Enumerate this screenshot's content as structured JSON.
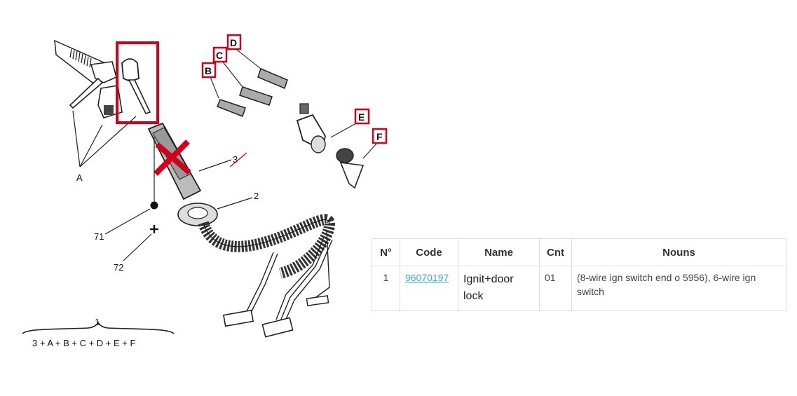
{
  "diagram": {
    "labels": {
      "A": "A",
      "n71": "71",
      "n72": "72",
      "n2": "2",
      "n3": "3",
      "n1": "1",
      "formula": "3 + A + B + C + D + E + F"
    },
    "callouts": {
      "B": "B",
      "C": "C",
      "D": "D",
      "E": "E",
      "F": "F"
    },
    "annotation_color": "#d0021b"
  },
  "table": {
    "headers": {
      "no": "N°",
      "code": "Code",
      "name": "Name",
      "cnt": "Cnt",
      "nouns": "Nouns"
    },
    "rows": [
      {
        "no": "1",
        "code": "96070197",
        "name": "Ignit+door lock",
        "cnt": "01",
        "nouns": "(8-wire ign switch end o 5956), 6-wire ign switch"
      }
    ]
  }
}
